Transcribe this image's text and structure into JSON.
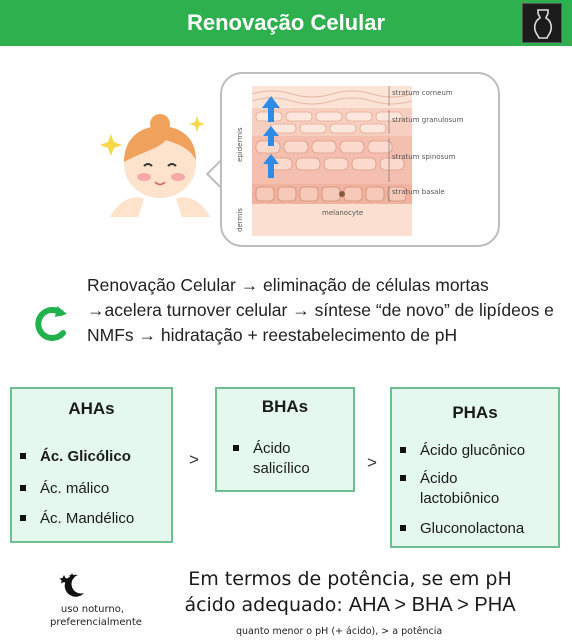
{
  "header": {
    "title": "Renovação Celular"
  },
  "illustration": {
    "layers": [
      "stratum corneum",
      "stratum granulosum",
      "stratum spinosum",
      "stratum basale"
    ],
    "melanocyte_label": "melanocyte",
    "epidermis_label": "epidermis",
    "dermis_label": "dermis"
  },
  "intro": {
    "text": "Renovação Celular → eliminação de células mortas →acelera turnover celular → síntese “de novo” de lipídeos e NMFs → hidratação + reestabelecimento de pH"
  },
  "groups": [
    {
      "title": "AHAs",
      "items": [
        "Ác. Glicólico",
        "Ác. málico",
        "Ác. Mandélico"
      ]
    },
    {
      "title": "BHAs",
      "items": [
        "Ácido salicílico"
      ]
    },
    {
      "title": "PHAs",
      "items": [
        "Ácido glucônico",
        "Ácido lactobiônico",
        "Gluconolactona"
      ]
    }
  ],
  "comparators": [
    ">",
    ">"
  ],
  "night_use": {
    "caption": "uso noturno, preferencialmente"
  },
  "potency": {
    "line1": "Em termos de potência, se em pH",
    "line2_prefix": "ácido adequado: ",
    "ranking": "AHA > BHA > PHA",
    "note": "quanto menor o pH (+ ácido), > a potência"
  },
  "colors": {
    "header": "#2fb04e",
    "box_fill": "#e4f8ee",
    "box_border": "#6dbf92",
    "accent": "#22b14c"
  }
}
